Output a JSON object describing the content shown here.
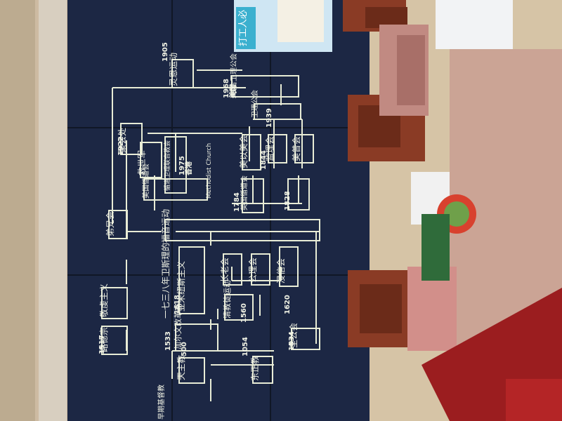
{
  "diagram": {
    "nodes": [
      {
        "id": "early_church",
        "label": "早期基督教"
      },
      {
        "id": "catholic",
        "label": "天主教"
      },
      {
        "id": "orthodox",
        "label": "东正教"
      },
      {
        "id": "lutheran",
        "label": "路德宗"
      },
      {
        "id": "pietism",
        "label": "敬虔主义"
      },
      {
        "id": "calvinist",
        "label": "加尔文改革宗"
      },
      {
        "id": "arminianism",
        "label": "亚米纽斯主义"
      },
      {
        "id": "puritan",
        "label": "清教徒运动"
      },
      {
        "id": "anglican",
        "label": "圣公会"
      },
      {
        "id": "presbyterian",
        "label": "长老会"
      },
      {
        "id": "congregational",
        "label": "公理会"
      },
      {
        "id": "baptist",
        "label": "浸信会"
      },
      {
        "id": "moravian",
        "label": "弟兄会"
      },
      {
        "id": "wesley",
        "label": "一七三八年卫斯理的福音运动"
      },
      {
        "id": "us_methodist",
        "label": "美国循道会"
      },
      {
        "id": "methodist_church",
        "label": "Methodist Church"
      },
      {
        "id": "gospel_assembly",
        "label": "聚会处"
      },
      {
        "id": "salvation_army",
        "label": "救世军"
      },
      {
        "id": "hk_methodist",
        "label": "循道卫理联合教会"
      },
      {
        "id": "us_episcopal_methodist",
        "label": "美以美会"
      },
      {
        "id": "methodist_new",
        "label": "监理会"
      },
      {
        "id": "uk_methodist",
        "label": "英国循道会"
      },
      {
        "id": "united_brethren",
        "label": "美普会"
      },
      {
        "id": "wesleyan_union",
        "label": "卫理公会"
      },
      {
        "id": "united_methodist",
        "label": "联合卫理公会"
      },
      {
        "id": "pentecostal",
        "label": "灵恩运动"
      }
    ],
    "years": {
      "y500": "500",
      "y1054": "1054",
      "y1517": "1517",
      "y1533": "1533",
      "y1534": "1534",
      "y1560": "1560",
      "y1618": "1618",
      "y1620": "1620",
      "y1784": "1784",
      "y1828": "1828",
      "y1844": "1844",
      "y1922": "1922",
      "y1939": "1939",
      "y1968": "1968",
      "y1975": "1975",
      "y1905": "1905"
    },
    "region_labels": {
      "hk": "香港",
      "us": "美国"
    }
  },
  "slide_thumbnail": {
    "text": "打工人必"
  },
  "colors": {
    "screen": "#1c2744",
    "line": "#e8ecd6",
    "wood": "#7a2d1c",
    "wall": "#cdbba2",
    "cloth": "#9b1d1f"
  }
}
